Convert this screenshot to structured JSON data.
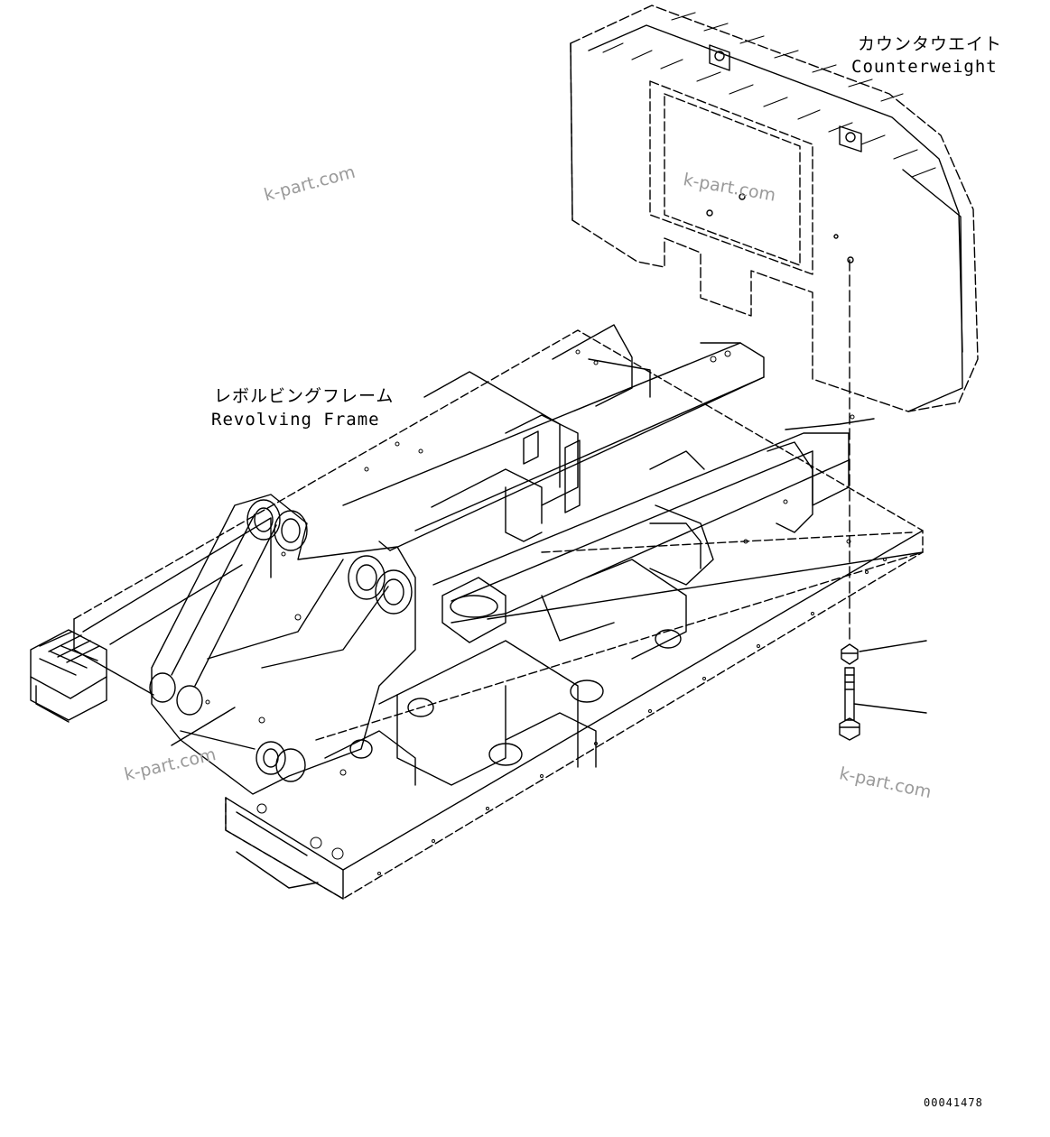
{
  "labels": {
    "counterweight_jp": "カウンタウエイト",
    "counterweight_en": "Counterweight",
    "frame_jp": "レボルビングフレーム",
    "frame_en": "Revolving Frame"
  },
  "watermarks": [
    "k-part.com",
    "k-part.com",
    "k-part.com",
    "k-part.com"
  ],
  "drawing_number": "00041478"
}
